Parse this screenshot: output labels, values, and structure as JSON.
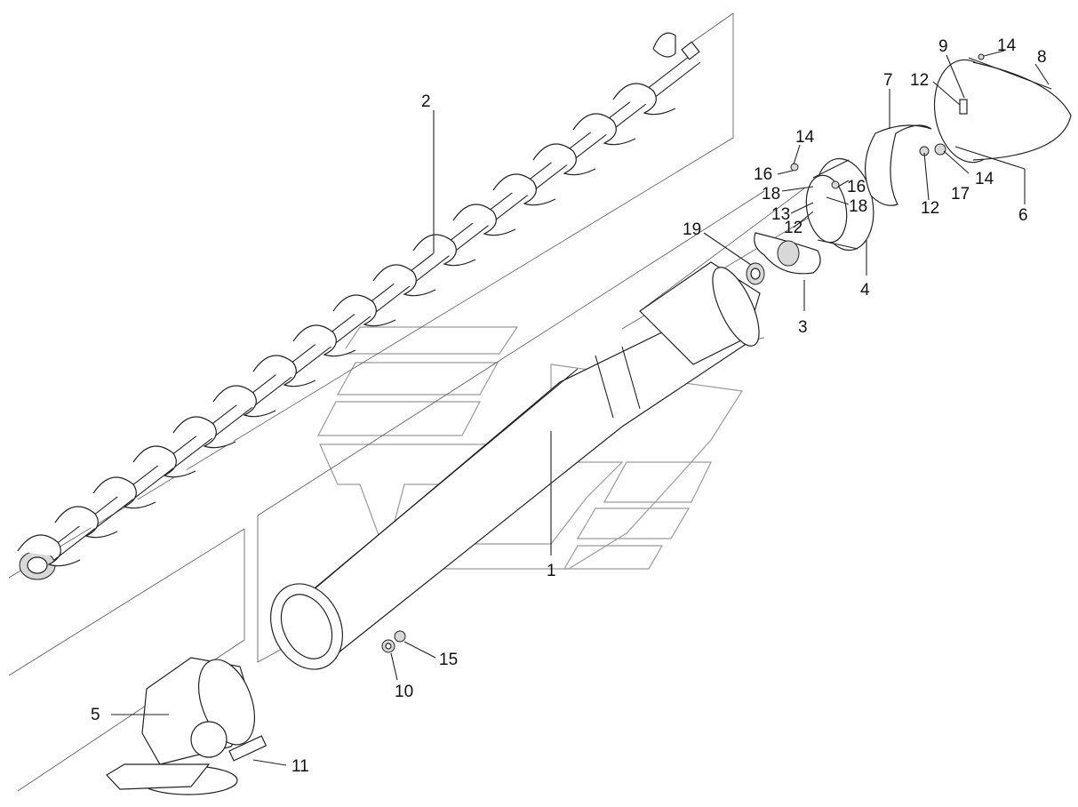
{
  "diagram": {
    "callouts": [
      {
        "id": "c1",
        "text": "1"
      },
      {
        "id": "c2",
        "text": "2"
      },
      {
        "id": "c3",
        "text": "3"
      },
      {
        "id": "c4",
        "text": "4"
      },
      {
        "id": "c5",
        "text": "5"
      },
      {
        "id": "c6",
        "text": "6"
      },
      {
        "id": "c7",
        "text": "7"
      },
      {
        "id": "c8",
        "text": "8"
      },
      {
        "id": "c9",
        "text": "9"
      },
      {
        "id": "c10",
        "text": "10"
      },
      {
        "id": "c11",
        "text": "11"
      },
      {
        "id": "c12a",
        "text": "12"
      },
      {
        "id": "c12b",
        "text": "12"
      },
      {
        "id": "c12c",
        "text": "12"
      },
      {
        "id": "c13",
        "text": "13"
      },
      {
        "id": "c14a",
        "text": "14"
      },
      {
        "id": "c14b",
        "text": "14"
      },
      {
        "id": "c14c",
        "text": "14"
      },
      {
        "id": "c15",
        "text": "15"
      },
      {
        "id": "c16a",
        "text": "16"
      },
      {
        "id": "c16b",
        "text": "16"
      },
      {
        "id": "c17",
        "text": "17"
      },
      {
        "id": "c18a",
        "text": "18"
      },
      {
        "id": "c18b",
        "text": "18"
      },
      {
        "id": "c19",
        "text": "19"
      }
    ]
  }
}
